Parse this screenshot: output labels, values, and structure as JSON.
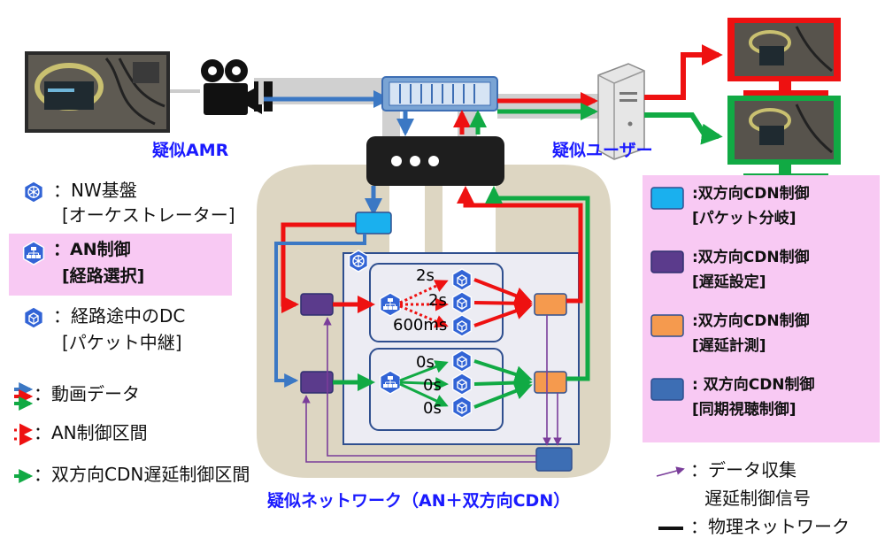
{
  "labels": {
    "amr": "疑似AMR",
    "user": "疑似ユーザー",
    "network": "疑似ネットワーク（AN＋双方向CDN）"
  },
  "legend_left": {
    "nw_base_1": "：NW基盤",
    "nw_base_2": "[オーケストレーター]",
    "an_ctrl_1": "：AN制御",
    "an_ctrl_2": "[経路選択]",
    "dc_1": "：経路途中のDC",
    "dc_2": "[パケット中継]",
    "video": "：動画データ",
    "an_section": "：AN制御区間",
    "cdn_section": "：双方向CDN遅延制御区間"
  },
  "legend_right": {
    "branch_1": ":双方向CDN制御",
    "branch_2": "[パケット分岐]",
    "delay_set_1": ":双方向CDN制御",
    "delay_set_2": "[遅延設定]",
    "delay_measure_1": ":双方向CDN制御",
    "delay_measure_2": "[遅延計測]",
    "sync_1": ": 双方向CDN制御",
    "sync_2": "[同期視聴制御]",
    "data_collect_1": "：データ収集",
    "data_collect_2": "遅延制御信号",
    "physical": "：物理ネットワーク"
  },
  "icons": {
    "k8s": "svc",
    "pod": "pod"
  },
  "delays": {
    "red_top": "2s",
    "red_mid": "2s",
    "red_bot": "600ms",
    "green_top": "0s",
    "green_mid": "0s",
    "green_bot": "0s"
  },
  "colors": {
    "red": "#ee1111",
    "green": "#11aa44",
    "blue_arrow": "#3b78c4",
    "purple": "#7a3d9a",
    "pink": "#f8c9f3",
    "beige": "#ddd6c2",
    "branch_box": "#1ab0ee",
    "delay_set_box": "#5b3b8c",
    "delay_measure_box": "#f59a4e",
    "sync_box": "#3d6eb4",
    "title_blue": "#1a1aff"
  }
}
